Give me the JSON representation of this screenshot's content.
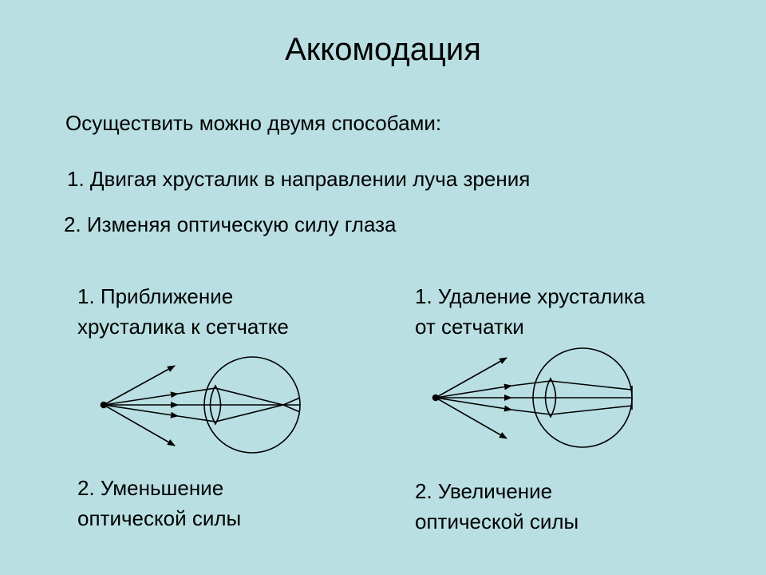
{
  "slide": {
    "title": "Аккомодация",
    "intro": "Осуществить можно двумя способами:",
    "methods": [
      "1. Двигая хрусталик в направлении луча зрения",
      "2. Изменяя оптическую силу глаза"
    ]
  },
  "left_panel": {
    "caption1": [
      "1. Приближение",
      "хрусталика к сетчатке"
    ],
    "caption2": [
      "2. Уменьшение",
      "оптической силы"
    ]
  },
  "right_panel": {
    "caption1": [
      "1. Удаление хрусталика",
      "от сетчатки"
    ],
    "caption2": [
      "2. Увеличение",
      "оптической силы"
    ]
  },
  "colors": {
    "background": "#b9dfe2",
    "ink": "#000000"
  }
}
